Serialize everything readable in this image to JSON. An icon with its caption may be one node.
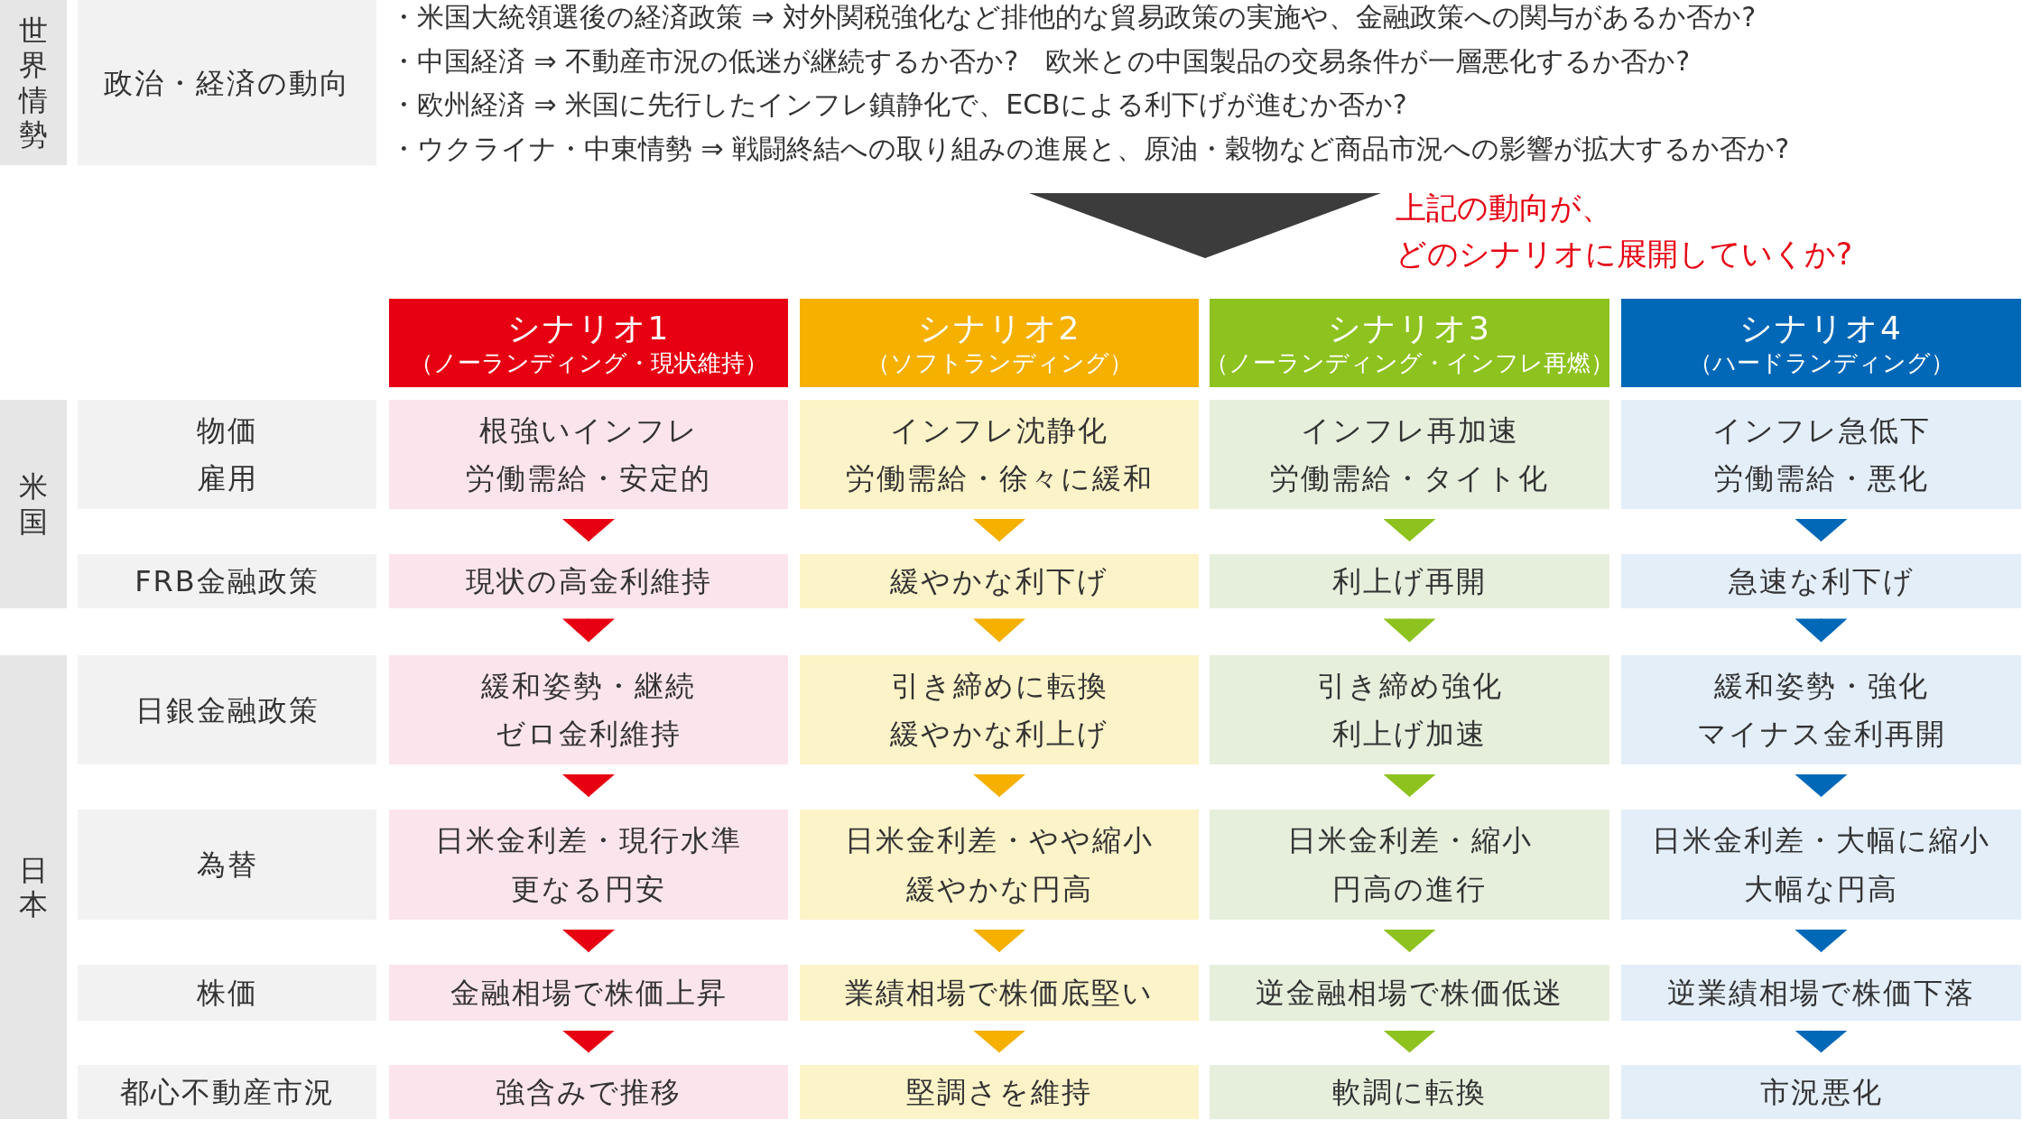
{
  "diagram": {
    "nodes": [
      {
        "text": [
          "世界情勢"
        ]
      },
      {
        "text": [
          "政治・経済の動向"
        ]
      },
      {
        "text": [
          "・米国大統領選後の経済政策 ⇒ 対外関税強化など排他的な貿易政策の実施や、金融政策への関与があるか否か?",
          "・中国経済 ⇒ 不動産市況の低迷が継続するか否か?　欧米との中国製品の交易条件が一層悪化するか否か?",
          "・欧州経済 ⇒ 米国に先行したインフレ鎮静化で、ECBによる利下げが進むか否か?",
          "・ウクライナ・中東情勢 ⇒ 戦闘終結への取り組みの進展と、原油・穀物など商品市況への影響が拡大するか否か?"
        ]
      },
      {
        "text": [
          "シナリオ1",
          "（ノーランディング・現状維持）"
        ]
      },
      {
        "text": [
          "シナリオ2",
          "（ソフトランディング）"
        ]
      },
      {
        "text": [
          "シナリオ3",
          "（ノーランディング・インフレ再燃）"
        ]
      },
      {
        "text": [
          "シナリオ4",
          "（ハードランディング）"
        ]
      },
      {
        "text": [
          "米国"
        ]
      },
      {
        "text": [
          "物価",
          "雇用"
        ]
      },
      {
        "text": [
          "根強いインフレ",
          "労働需給・安定的"
        ]
      },
      {
        "text": [
          "インフレ沈静化",
          "労働需給・徐々に緩和"
        ]
      },
      {
        "text": [
          "インフレ再加速",
          "労働需給・タイト化"
        ]
      },
      {
        "text": [
          "インフレ急低下",
          "労働需給・悪化"
        ]
      },
      {
        "text": [
          "FRB金融政策"
        ]
      },
      {
        "text": [
          "現状の高金利維持"
        ]
      },
      {
        "text": [
          "緩やかな利下げ"
        ]
      },
      {
        "text": [
          "利上げ再開"
        ]
      },
      {
        "text": [
          "急速な利下げ"
        ]
      },
      {
        "text": [
          "日本"
        ]
      },
      {
        "text": [
          "日銀金融政策"
        ]
      },
      {
        "text": [
          "緩和姿勢・継続",
          "ゼロ金利維持"
        ]
      },
      {
        "text": [
          "引き締めに転換",
          "緩やかな利上げ"
        ]
      },
      {
        "text": [
          "引き締め強化",
          "利上げ加速"
        ]
      },
      {
        "text": [
          "緩和姿勢・強化",
          "マイナス金利再開"
        ]
      },
      {
        "text": [
          "為替"
        ]
      },
      {
        "text": [
          "日米金利差・現行水準",
          "更なる円安"
        ]
      },
      {
        "text": [
          "日米金利差・やや縮小",
          "緩やかな円高"
        ]
      },
      {
        "text": [
          "日米金利差・縮小",
          "円高の進行"
        ]
      },
      {
        "text": [
          "日米金利差・大幅に縮小",
          "大幅な円高"
        ]
      },
      {
        "text": [
          "株価"
        ]
      },
      {
        "text": [
          "金融相場で株価上昇"
        ]
      },
      {
        "text": [
          "業績相場で株価底堅い"
        ]
      },
      {
        "text": [
          "逆金融相場で株価低迷"
        ]
      },
      {
        "text": [
          "逆業績相場で株価下落"
        ]
      },
      {
        "text": [
          "都心不動産市況"
        ]
      },
      {
        "text": [
          "強含みで推移"
        ]
      },
      {
        "text": [
          "堅調さを維持"
        ]
      },
      {
        "text": [
          "軟調に転換"
        ]
      },
      {
        "text": [
          "市況悪化"
        ]
      }
    ],
    "edges": [
      {
        "from": 2,
        "to": 4,
        "arrow": "to",
        "color": "#3c3c3c"
      },
      {
        "from": 9,
        "to": 14,
        "arrow": "to",
        "color": "#e60012"
      },
      {
        "from": 10,
        "to": 15,
        "arrow": "to",
        "color": "#f5b000"
      },
      {
        "from": 11,
        "to": 16,
        "arrow": "to",
        "color": "#8dc21f"
      },
      {
        "from": 12,
        "to": 17,
        "arrow": "to",
        "color": "#0068b7"
      },
      {
        "from": 14,
        "to": 20,
        "arrow": "to",
        "color": "#e60012"
      },
      {
        "from": 15,
        "to": 21,
        "arrow": "to",
        "color": "#f5b000"
      },
      {
        "from": 16,
        "to": 22,
        "arrow": "to",
        "color": "#8dc21f"
      },
      {
        "from": 17,
        "to": 23,
        "arrow": "to",
        "color": "#0068b7"
      },
      {
        "from": 20,
        "to": 25,
        "arrow": "to",
        "color": "#e60012"
      },
      {
        "from": 21,
        "to": 26,
        "arrow": "to",
        "color": "#f5b000"
      },
      {
        "from": 22,
        "to": 27,
        "arrow": "to",
        "color": "#8dc21f"
      },
      {
        "from": 23,
        "to": 28,
        "arrow": "to",
        "color": "#0068b7"
      },
      {
        "from": 25,
        "to": 30,
        "arrow": "to",
        "color": "#e60012"
      },
      {
        "from": 26,
        "to": 31,
        "arrow": "to",
        "color": "#f5b000"
      },
      {
        "from": 27,
        "to": 32,
        "arrow": "to",
        "color": "#8dc21f"
      },
      {
        "from": 28,
        "to": 33,
        "arrow": "to",
        "color": "#0068b7"
      },
      {
        "from": 30,
        "to": 35,
        "arrow": "to",
        "color": "#e60012"
      },
      {
        "from": 31,
        "to": 36,
        "arrow": "to",
        "color": "#f5b000"
      },
      {
        "from": 32,
        "to": 37,
        "arrow": "to",
        "color": "#8dc21f"
      },
      {
        "from": 33,
        "to": 38,
        "arrow": "to",
        "color": "#0068b7"
      }
    ],
    "labels": [
      "上記の動向が、どのシナリオに展開していくか?"
    ]
  }
}
